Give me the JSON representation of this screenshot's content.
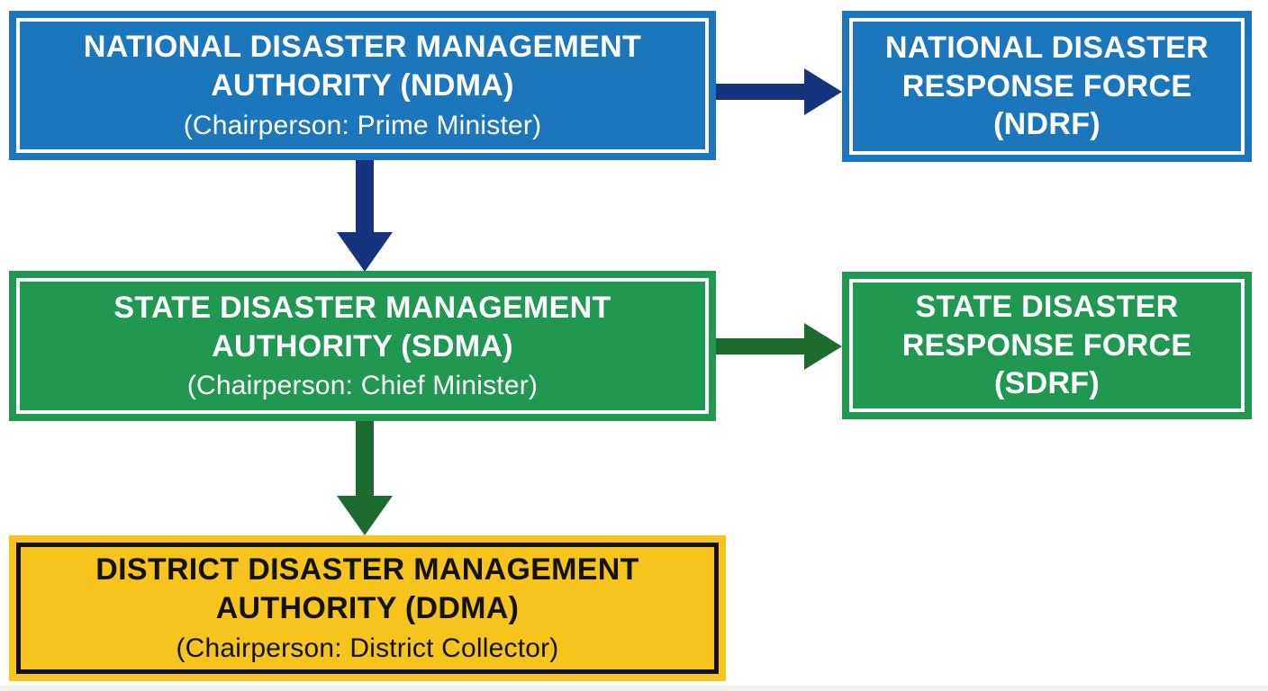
{
  "diagram": {
    "background": "#FFFFFF",
    "nodes": {
      "ndma": {
        "title_lines": [
          "NATIONAL DISASTER MANAGEMENT",
          "AUTHORITY (NDMA)"
        ],
        "title_full": "NATIONAL DISASTER MANAGEMENT AUTHORITY (NDMA)",
        "subtitle": "(Chairperson: Prime Minister)",
        "fill": "#1B76BC",
        "text_color": "#FFFFFF",
        "border_color": "#FFFFFF"
      },
      "ndrf": {
        "title_lines": [
          "NATIONAL DISASTER",
          "RESPONSE FORCE",
          "(NDRF)"
        ],
        "title_full": "NATIONAL DISASTER RESPONSE FORCE (NDRF)",
        "fill": "#1B76BC",
        "text_color": "#FFFFFF",
        "border_color": "#FFFFFF"
      },
      "sdma": {
        "title_lines": [
          "STATE DISASTER MANAGEMENT",
          "AUTHORITY (SDMA)"
        ],
        "title_full": "STATE DISASTER MANAGEMENT AUTHORITY (SDMA)",
        "subtitle": "(Chairperson: Chief Minister)",
        "fill": "#21984F",
        "text_color": "#FFFFFF",
        "border_color": "#FFFFFF"
      },
      "sdrf": {
        "title_lines": [
          "STATE DISASTER",
          "RESPONSE FORCE",
          "(SDRF)"
        ],
        "title_full": "STATE DISASTER RESPONSE FORCE (SDRF)",
        "fill": "#21984F",
        "text_color": "#FFFFFF",
        "border_color": "#FFFFFF"
      },
      "ddma": {
        "title_lines": [
          "DISTRICT DISASTER MANAGEMENT",
          "AUTHORITY (DDMA)"
        ],
        "title_full": "DISTRICT DISASTER MANAGEMENT AUTHORITY (DDMA)",
        "subtitle": "(Chairperson: District Collector)",
        "fill": "#F7C41D",
        "text_color": "#121212",
        "border_color": "#121212"
      }
    },
    "edges": [
      {
        "from": "NDMA",
        "to": "NDRF",
        "direction": "right",
        "color": "#16347E"
      },
      {
        "from": "NDMA",
        "to": "SDMA",
        "direction": "down",
        "color": "#16347E"
      },
      {
        "from": "SDMA",
        "to": "SDRF",
        "direction": "right",
        "color": "#1E6B30"
      },
      {
        "from": "SDMA",
        "to": "DDMA",
        "direction": "down",
        "color": "#1E6B30"
      }
    ]
  }
}
